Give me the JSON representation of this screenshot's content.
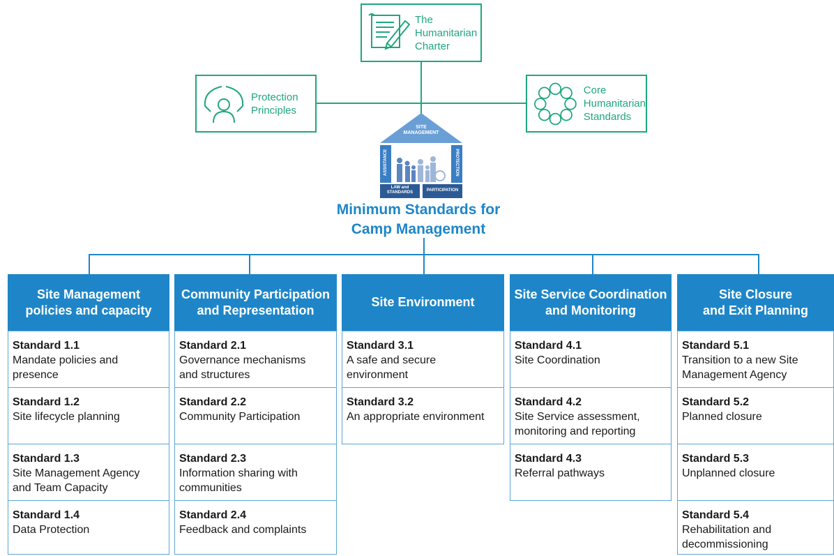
{
  "top_boxes": {
    "charter": {
      "label": "The\nHumanitarian\nCharter",
      "icon": "document-pen-icon"
    },
    "protection": {
      "label": "Protection\nPrinciples",
      "icon": "protecting-hands-icon"
    },
    "core": {
      "label": "Core\nHumanitarian\nStandards",
      "icon": "circle-ring-icon"
    }
  },
  "house": {
    "roof": "SITE\nMANAGEMENT",
    "left_pillar": "ASSISTANCE",
    "right_pillar": "PROTECTION",
    "base_left": "LAW and\nSTANDARDS",
    "base_right": "PARTICIPATION"
  },
  "main_title": "Minimum Standards for\nCamp Management",
  "colors": {
    "blue": "#1e86c8",
    "green": "#1fa77f",
    "house_blue": "#6a9fd6",
    "house_dark": "#2c5a95"
  },
  "columns": [
    {
      "title": "Site Management\npolicies and capacity",
      "standards": [
        {
          "id": "Standard 1.1",
          "name": "Mandate policies and\npresence"
        },
        {
          "id": "Standard 1.2",
          "name": "Site lifecycle planning"
        },
        {
          "id": "Standard 1.3",
          "name": "Site Management Agency\nand Team Capacity"
        },
        {
          "id": "Standard 1.4",
          "name": "Data Protection"
        }
      ]
    },
    {
      "title": "Community Participation\nand Representation",
      "standards": [
        {
          "id": "Standard 2.1",
          "name": "Governance mechanisms\nand structures"
        },
        {
          "id": "Standard 2.2",
          "name": "Community Participation"
        },
        {
          "id": "Standard 2.3",
          "name": "Information sharing with\ncommunities"
        },
        {
          "id": "Standard 2.4",
          "name": "Feedback and complaints"
        }
      ]
    },
    {
      "title": "Site Environment",
      "standards": [
        {
          "id": "Standard 3.1",
          "name": "A safe and secure\nenvironment"
        },
        {
          "id": "Standard 3.2",
          "name": "An appropriate environment"
        }
      ]
    },
    {
      "title": "Site Service Coordination\nand Monitoring",
      "standards": [
        {
          "id": "Standard 4.1",
          "name": "Site Coordination"
        },
        {
          "id": "Standard 4.2",
          "name": "Site Service assessment,\nmonitoring and reporting"
        },
        {
          "id": "Standard 4.3",
          "name": "Referral pathways"
        }
      ]
    },
    {
      "title": "Site Closure\nand Exit Planning",
      "standards": [
        {
          "id": "Standard 5.1",
          "name": "Transition to a new Site\nManagement Agency"
        },
        {
          "id": "Standard 5.2",
          "name": "Planned closure"
        },
        {
          "id": "Standard 5.3",
          "name": "Unplanned closure"
        },
        {
          "id": "Standard 5.4",
          "name": "Rehabilitation and\ndecommissioning"
        }
      ]
    }
  ]
}
